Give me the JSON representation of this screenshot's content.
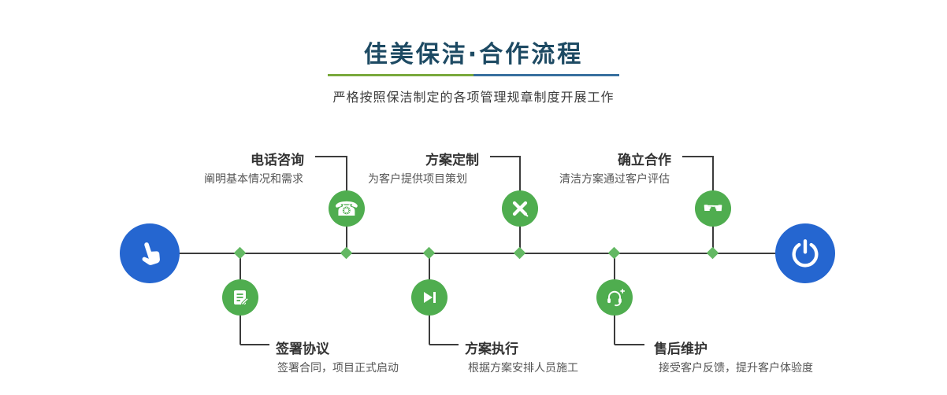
{
  "header": {
    "title": "佳美保洁·合作流程",
    "subtitle": "严格按照保洁制定的各项管理规章制度开展工作"
  },
  "timeline": {
    "start_icon": "pointing-hand-icon",
    "end_icon": "power-icon",
    "top_steps": [
      {
        "title": "电话咨询",
        "desc": "阐明基本情况和需求",
        "icon": "phone-icon"
      },
      {
        "title": "方案定制",
        "desc": "为客户提供项目策划",
        "icon": "design-tools-icon"
      },
      {
        "title": "确立合作",
        "desc": "清洁方案通过客户评估",
        "icon": "handshake-icon"
      }
    ],
    "bottom_steps": [
      {
        "title": "签署协议",
        "desc": "签署合同，项目正式启动",
        "icon": "contract-icon"
      },
      {
        "title": "方案执行",
        "desc": "根据方案安排人员施工",
        "icon": "play-forward-icon"
      },
      {
        "title": "售后维护",
        "desc": "接受客户反馈，提升客户体验度",
        "icon": "headset-icon"
      }
    ],
    "phone_glyph": "☎",
    "handshake_glyphs": "☛☚"
  },
  "colors": {
    "title": "#1d4a63",
    "underline_green": "#79a93c",
    "underline_blue": "#38709f",
    "endpoint_blue": "#2566d0",
    "step_green": "#4fad4f",
    "diamond_green": "#63b863",
    "line_dark": "#3c3c3c"
  }
}
